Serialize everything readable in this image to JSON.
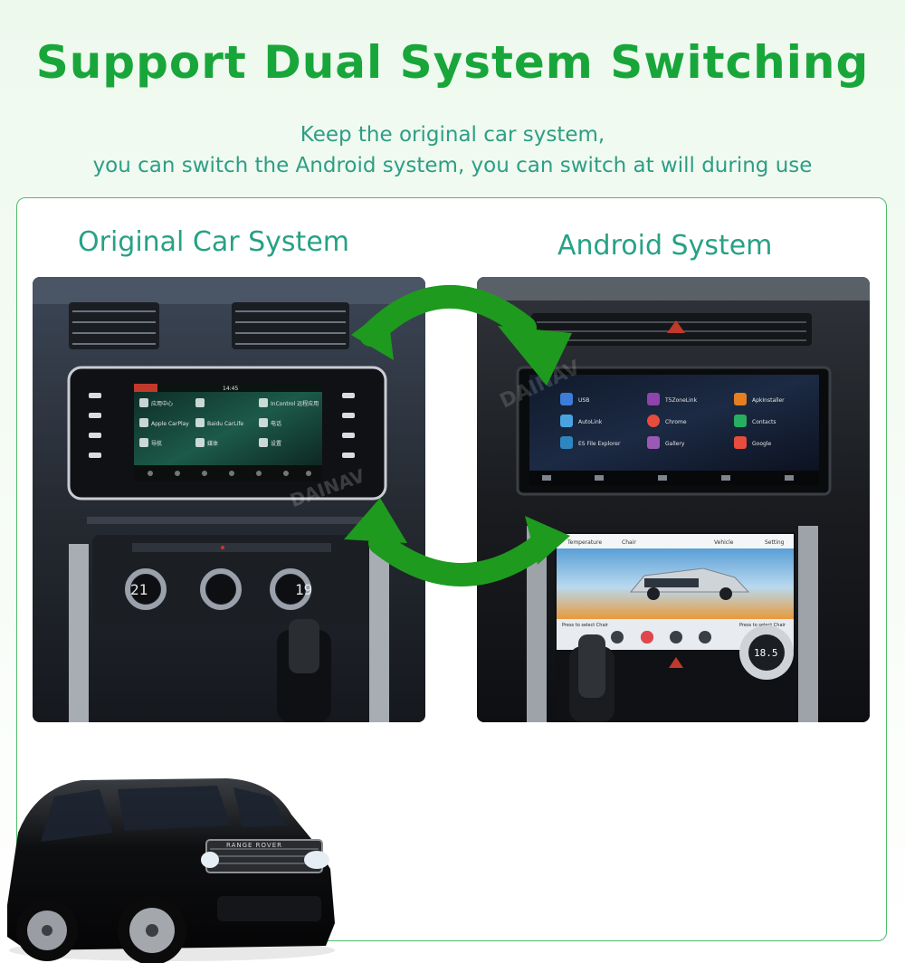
{
  "headline": "Support Dual System Switching",
  "subtitle_line1": "Keep the original car system,",
  "subtitle_line2": "you can switch the Android system, you can switch at will during use",
  "left_label": "Original Car System",
  "right_label": "Android System",
  "watermark": "DAINAV",
  "badge_text": "RANGE ROVER",
  "original_screen": {
    "time": "14:45",
    "apps": [
      "应用中心",
      "Apple CarPlay",
      "Baidu CarLife",
      "InControl 远程应用",
      "电话",
      "导航",
      "媒体",
      "设置"
    ],
    "climate_left": "21",
    "climate_right": "19"
  },
  "android_screen": {
    "apps": [
      "USB",
      "T5ZoneLink",
      "ApkInstaller",
      "AutoLink",
      "Chrome",
      "Contacts",
      "ES File Explorer",
      "Gallery",
      "Google"
    ],
    "climate_tabs": [
      "Temperature",
      "Chair",
      "Vehicle",
      "Setting"
    ],
    "climate_prompt_left": "Press to select Chair",
    "climate_prompt_right": "Press to select Chair",
    "climate_temp": "18.5"
  },
  "colors": {
    "headline": "#18a63a",
    "subtitle": "#2d9e86",
    "label": "#27a185",
    "border": "#4ebc6a",
    "arrow": "#1e9a1e"
  }
}
